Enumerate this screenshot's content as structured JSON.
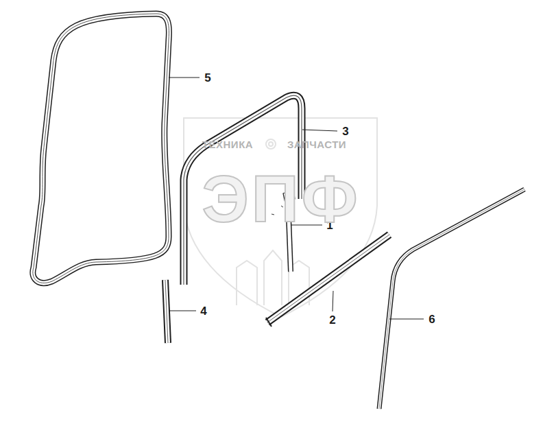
{
  "diagram": {
    "labels": [
      "5",
      "3",
      "1",
      "2",
      "4",
      "6",
      "ТЕХНИКА",
      "ЗАПЧАСТИ",
      "ЭПФ"
    ]
  }
}
